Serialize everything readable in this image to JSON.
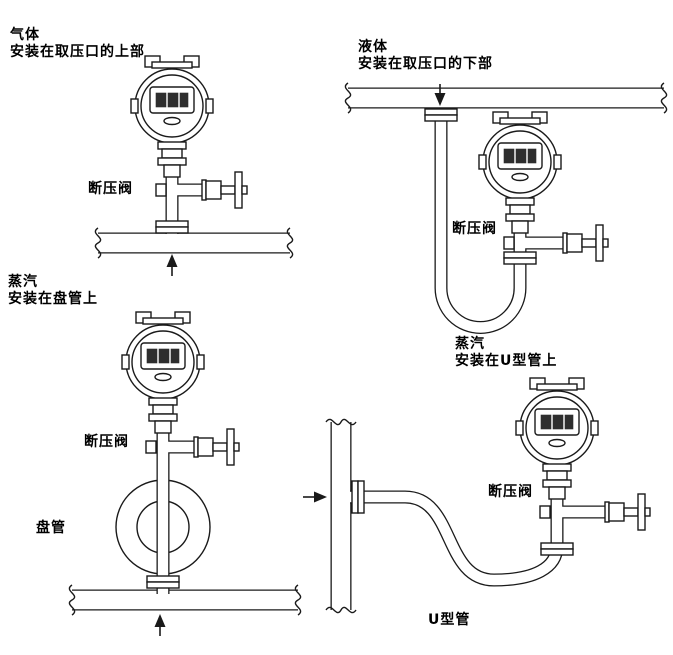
{
  "colors": {
    "line": "#1a1a1a",
    "background": "#ffffff"
  },
  "diagrams": {
    "gas": {
      "title_line1": "气体",
      "title_line2": "安装在取压口的上部",
      "valve_label": "断压阀"
    },
    "liquid": {
      "title_line1": "液体",
      "title_line2": "安装在取压口的下部",
      "valve_label": "断压阀"
    },
    "steam_coil": {
      "title_line1": "蒸汽",
      "title_line2": "安装在盘管上",
      "valve_label": "断压阀",
      "coil_label": "盘管"
    },
    "steam_u": {
      "title_line1": "蒸汽",
      "title_line2": "安装在U型管上",
      "valve_label": "断压阀",
      "u_pipe_label": "U型管"
    }
  }
}
